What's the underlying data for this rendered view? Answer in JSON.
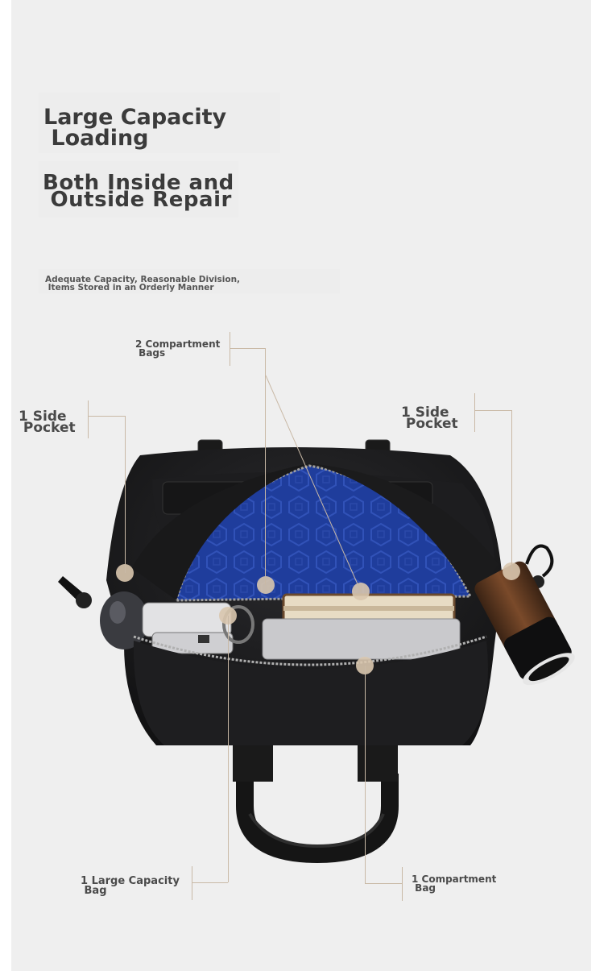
{
  "headline": {
    "line1": "Large Capacity",
    "line2": " Loading"
  },
  "subheadline": {
    "line1": "Both Inside and",
    "line2": " Outside Repair"
  },
  "description": {
    "line1": "Adequate Capacity, Reasonable Division,",
    "line2": " Items Stored in an Orderly Manner"
  },
  "callouts": {
    "compartment_bags": {
      "line1": "2 Compartment",
      "line2": " Bags"
    },
    "side_pocket_left": {
      "line1": "1 Side",
      "line2": " Pocket"
    },
    "side_pocket_right": {
      "line1": "1 Side",
      "line2": " Pocket"
    },
    "large_capacity_bag": {
      "line1": "1 Large Capacity",
      "line2": " Bag"
    },
    "compartment_bag": {
      "line1": "1 Compartment",
      "line2": " Bag"
    }
  },
  "colors": {
    "background": "#efefef",
    "bag_body": "#1c1c1e",
    "lining": "#1f3d9c",
    "leader_line": "#c9b9a6",
    "marker": "#d9c7ae"
  }
}
